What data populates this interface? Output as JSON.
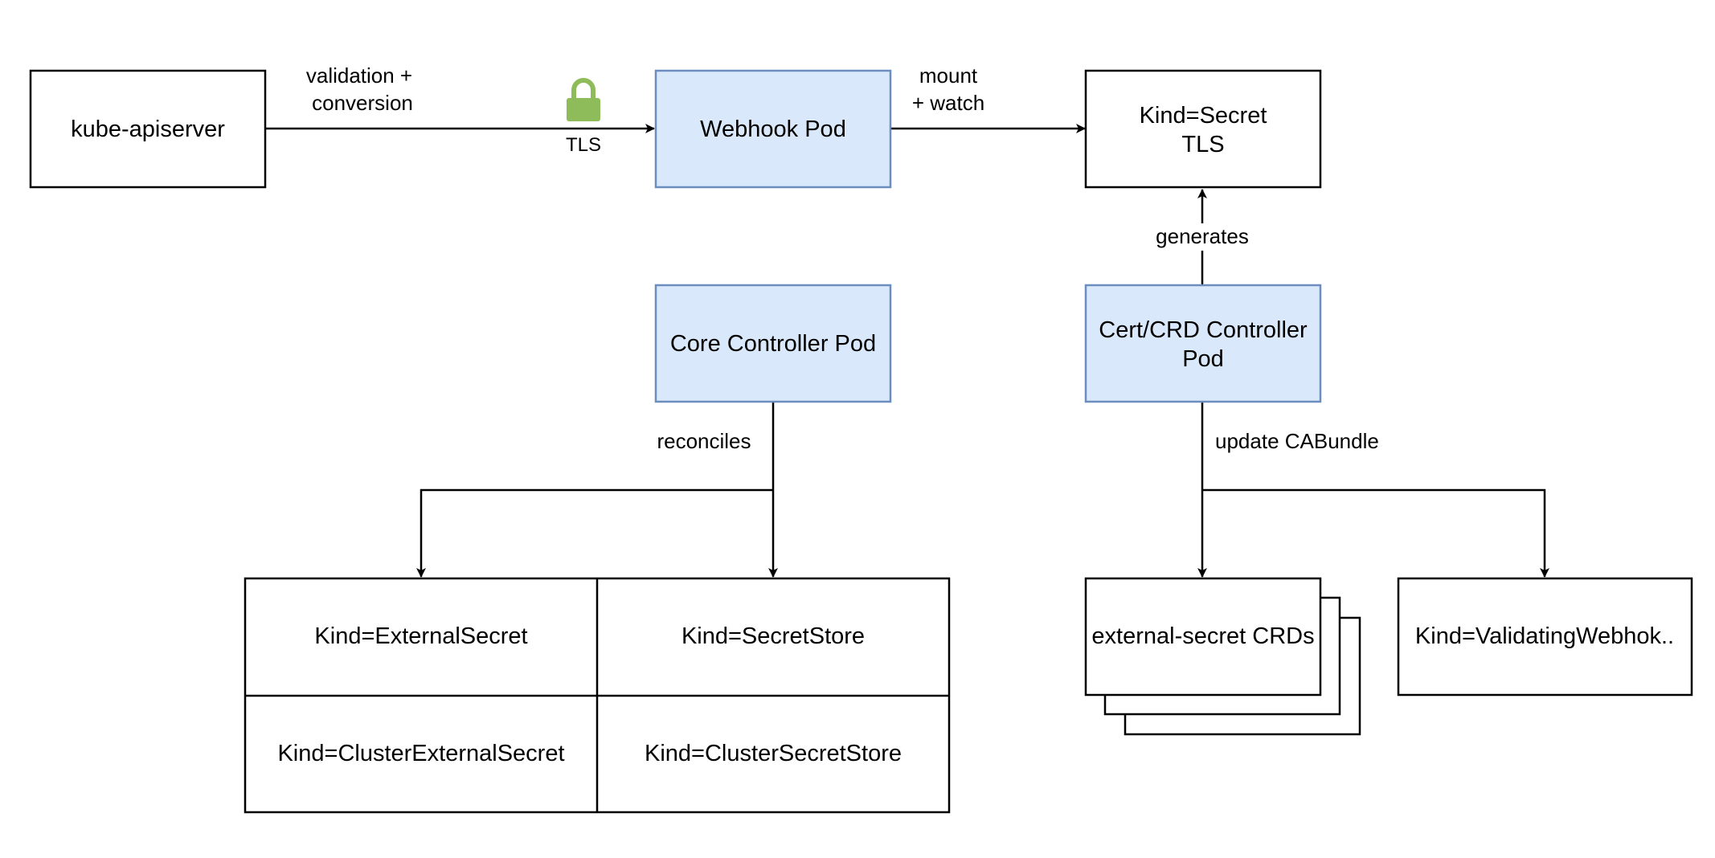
{
  "colors": {
    "pod_fill": "#dae8fc",
    "pod_stroke": "#6c8ebf",
    "box_fill": "#ffffff",
    "box_stroke": "#000000",
    "lock": "#8fbc5a",
    "line": "#000000"
  },
  "nodes": {
    "kube_apiserver": "kube-apiserver",
    "webhook_pod": "Webhook Pod",
    "secret_tls_line1": "Kind=Secret",
    "secret_tls_line2": "TLS",
    "core_controller": "Core Controller Pod",
    "cert_controller_line1": "Cert/CRD Controller",
    "cert_controller_line2": "Pod",
    "external_secret": "Kind=ExternalSecret",
    "secret_store": "Kind=SecretStore",
    "cluster_external_secret": "Kind=ClusterExternalSecret",
    "cluster_secret_store": "Kind=ClusterSecretStore",
    "crds": "external-secret CRDs",
    "validating_webhook": "Kind=ValidatingWebhok.."
  },
  "edges": {
    "validation_line1": "validation +",
    "validation_line2": "conversion",
    "tls": "TLS",
    "mount_line1": "mount",
    "mount_line2": "+ watch",
    "generates": "generates",
    "reconciles": "reconciles",
    "update_cabundle": "update CABundle"
  },
  "icons": {
    "lock": "lock-icon"
  }
}
